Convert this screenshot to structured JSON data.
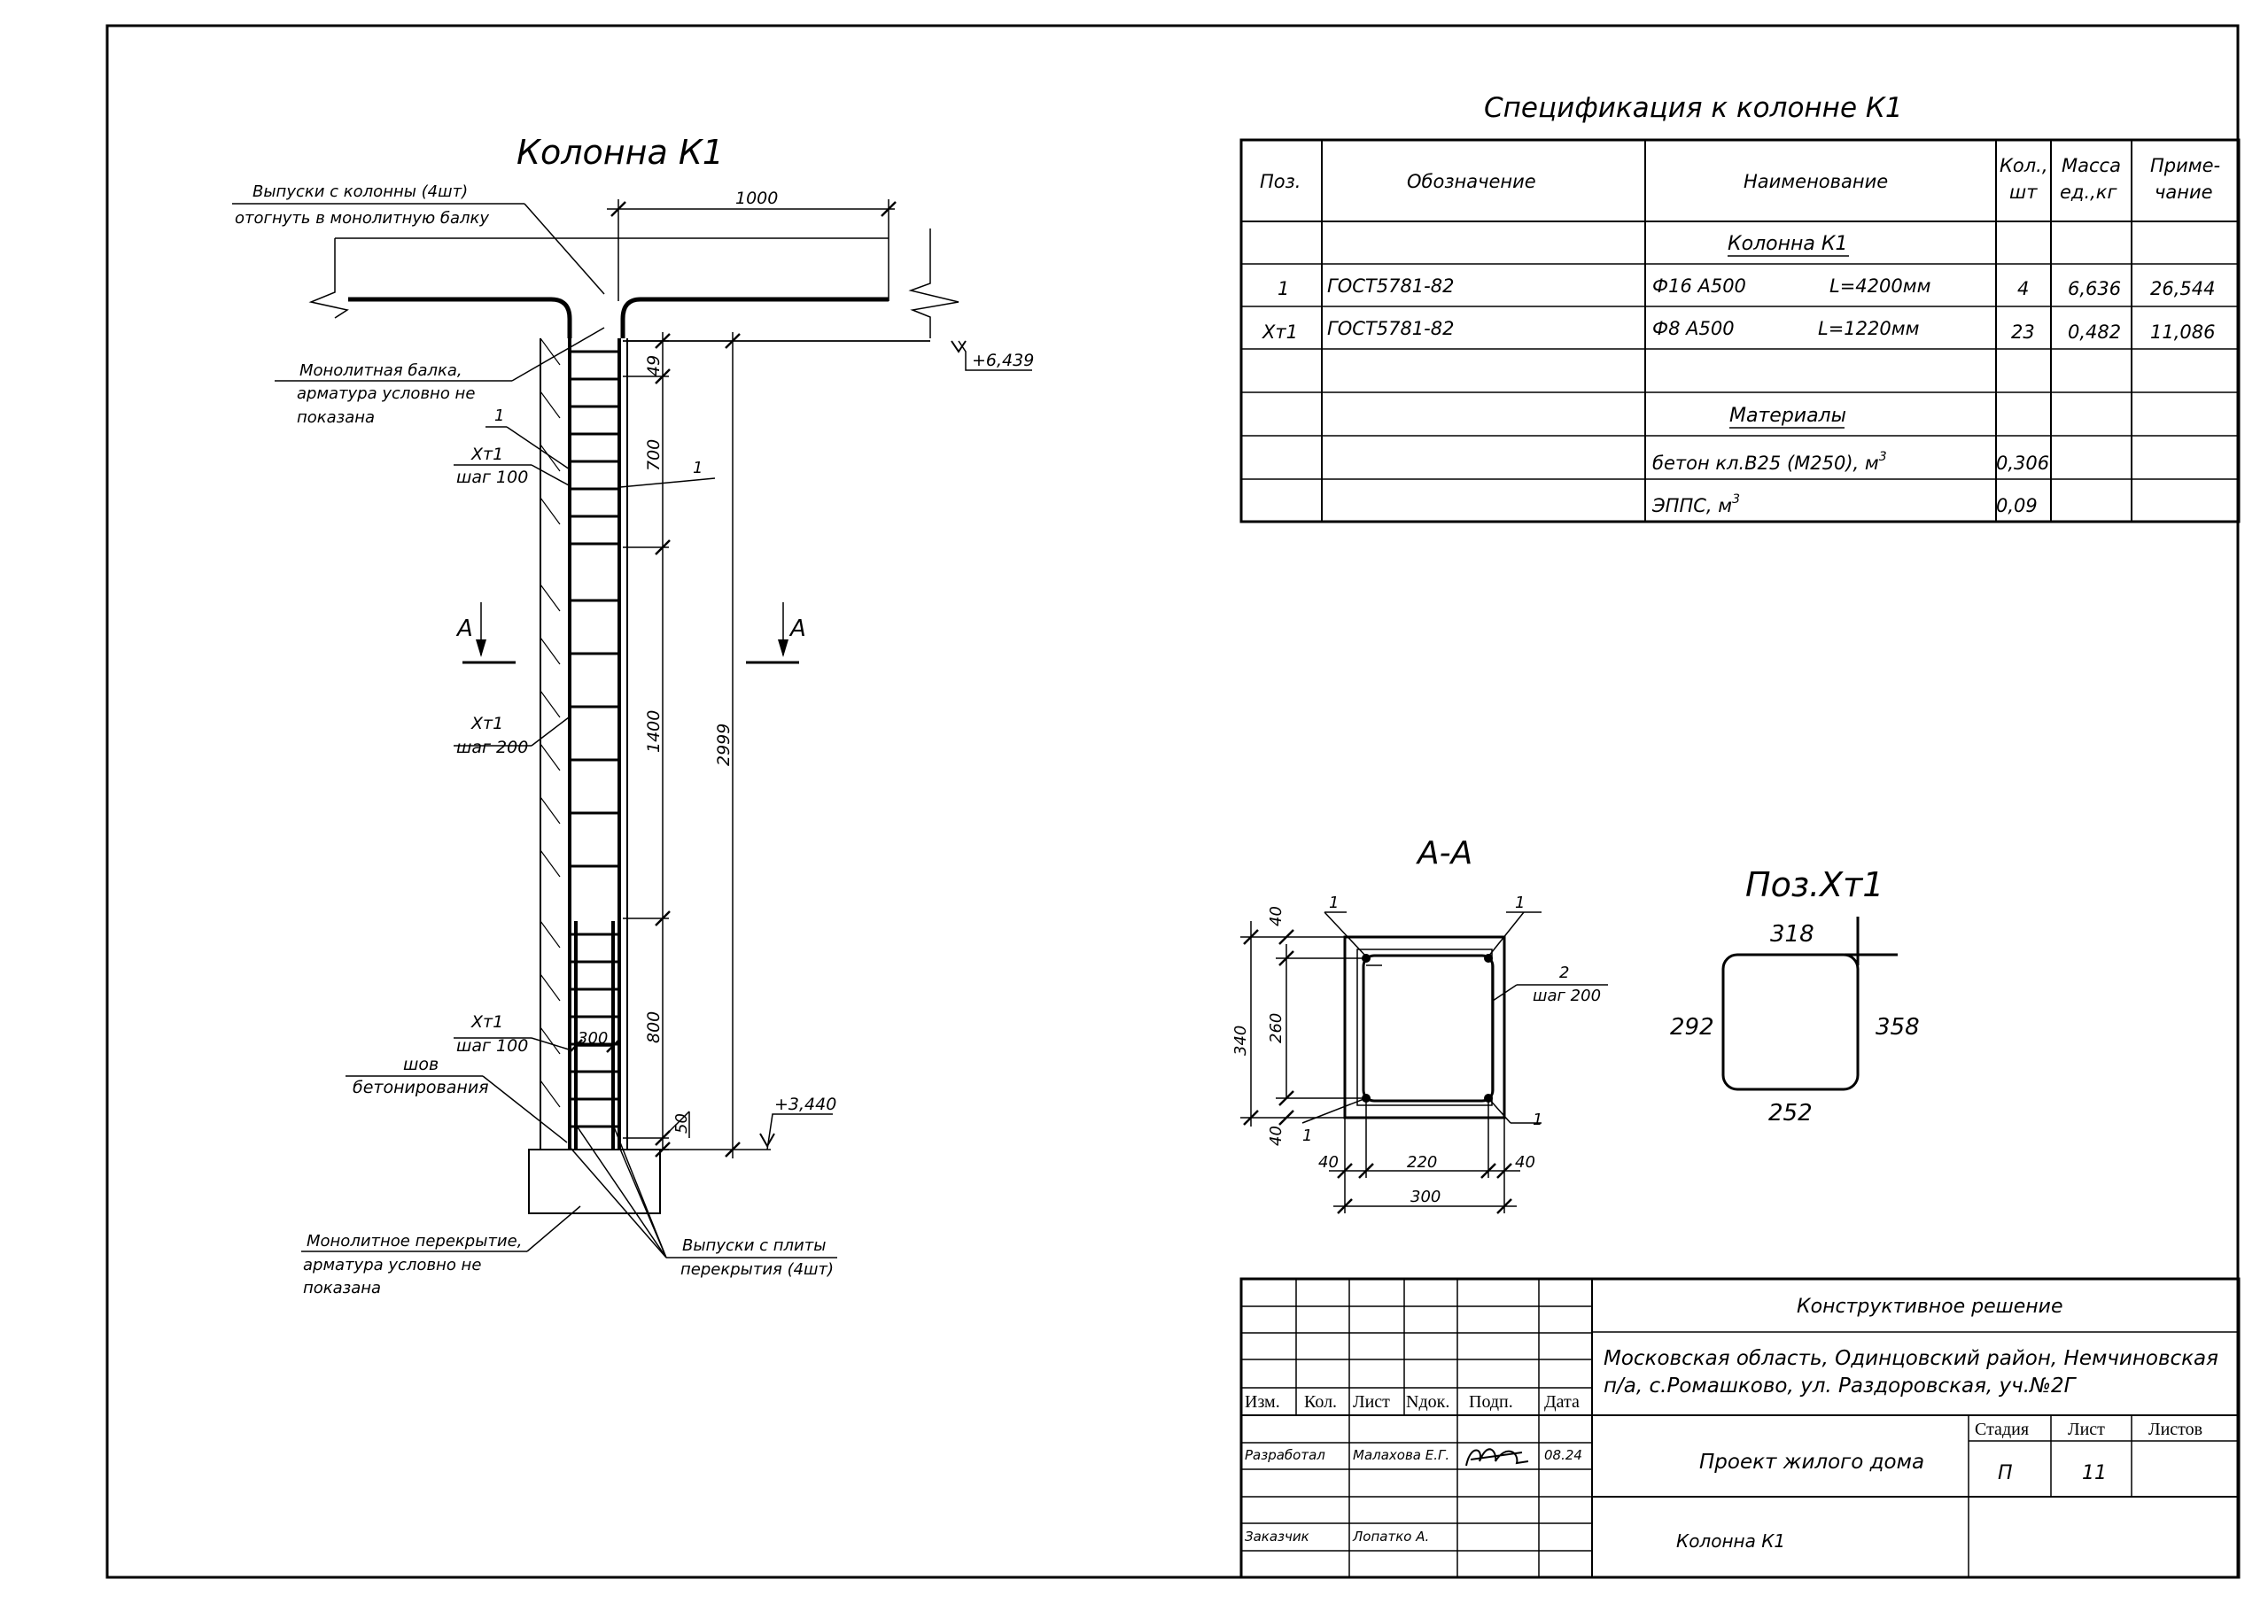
{
  "column_view": {
    "title": "Колонна К1",
    "notes": {
      "outlets_column_1": "Выпуски с колонны (4шт)",
      "outlets_column_2": "отогнуть в монолитную балку",
      "beam_1": "Монолитная балка,",
      "beam_2": "арматура условно не",
      "beam_3": "показана",
      "seam_1": "шов",
      "seam_2": "бетонирования",
      "slab_1": "Монолитное перекрытие,",
      "slab_2": "арматура условно не",
      "slab_3": "показана",
      "outlets_slab_1": "Выпуски с плиты",
      "outlets_slab_2": "перекрытия (4шт)"
    },
    "callouts": {
      "pos1_left": "1",
      "pos1_right": "1",
      "hm1_top": "Хт1",
      "step_100_top": "шаг 100",
      "hm1_mid": "Хт1",
      "step_200": "шаг 200",
      "hm1_bot": "Хт1",
      "step_100_bot": "шаг 100"
    },
    "dimensions": {
      "d1000": "1000",
      "d49": "49",
      "d700": "700",
      "d1400": "1400",
      "d800": "800",
      "d50": "50",
      "d2999": "2999",
      "d300": "300"
    },
    "levels": {
      "top": "+6,439",
      "bottom": "+3,440"
    },
    "section_marks": {
      "left": "А",
      "right": "А"
    }
  },
  "specification": {
    "title": "Спецификация к колонне К1",
    "headers": {
      "pos": "Поз.",
      "designation": "Обозначение",
      "name": "Наименование",
      "qty_1": "Кол.,",
      "qty_2": "шт",
      "mass_1": "Масса",
      "mass_2": "ед.,кг",
      "note_1": "Приме-",
      "note_2": "чание"
    },
    "group_column": "Колонна К1",
    "rows": [
      {
        "pos": "1",
        "designation": "ГОСТ5781-82",
        "name": "Ф16  А500",
        "length": "L=4200мм",
        "qty": "4",
        "mass": "6,636",
        "note": "26,544"
      },
      {
        "pos": "Хт1",
        "designation": "ГОСТ5781-82",
        "name": "Ф8  А500",
        "length": "L=1220мм",
        "qty": "23",
        "mass": "0,482",
        "note": "11,086"
      }
    ],
    "group_materials": "Материалы",
    "materials": [
      {
        "name": "бетон кл.В25 (М250), м",
        "sup": "3",
        "qty": "0,306"
      },
      {
        "name": "ЭППС, м",
        "sup": "3",
        "qty": "0,09"
      }
    ]
  },
  "section_aa": {
    "title": "А-А",
    "labels": {
      "p1_tl": "1",
      "p1_tr": "1",
      "p1_bl": "1",
      "p1_br": "1",
      "p2": "2",
      "p2_step": "шаг 200"
    },
    "dimensions": {
      "d40_top": "40",
      "d260": "260",
      "d340": "340",
      "d40_bot": "40",
      "d40_left": "40",
      "d220": "220",
      "d40_right": "40",
      "d300": "300"
    }
  },
  "stirrup": {
    "title": "Поз.Хт1",
    "dimensions": {
      "top": "318",
      "left": "292",
      "right": "358",
      "bottom": "252"
    }
  },
  "title_block": {
    "headers": {
      "izm": "Изм.",
      "kol": "Кол.",
      "list": "Лист",
      "ndok": "Nдок.",
      "podp": "Подп.",
      "data": "Дата"
    },
    "section_name": "Конструктивное решение",
    "address_1": "Московская область, Одинцовский район, Немчиновская",
    "address_2": "п/а, с.Ромашково, ул. Раздоровская, уч.№2Г",
    "developed_label": "Разработал",
    "developed_name": "Малахова Е.Г.",
    "developed_date": "08.24",
    "customer_label": "Заказчик",
    "customer_name": "Лопатко А.",
    "project_name": "Проект жилого дома",
    "stage_label": "Стадия",
    "sheet_label": "Лист",
    "sheets_label": "Листов",
    "stage_value": "П",
    "sheet_value": "11",
    "sheets_value": "",
    "drawing_name": "Колонна К1"
  }
}
